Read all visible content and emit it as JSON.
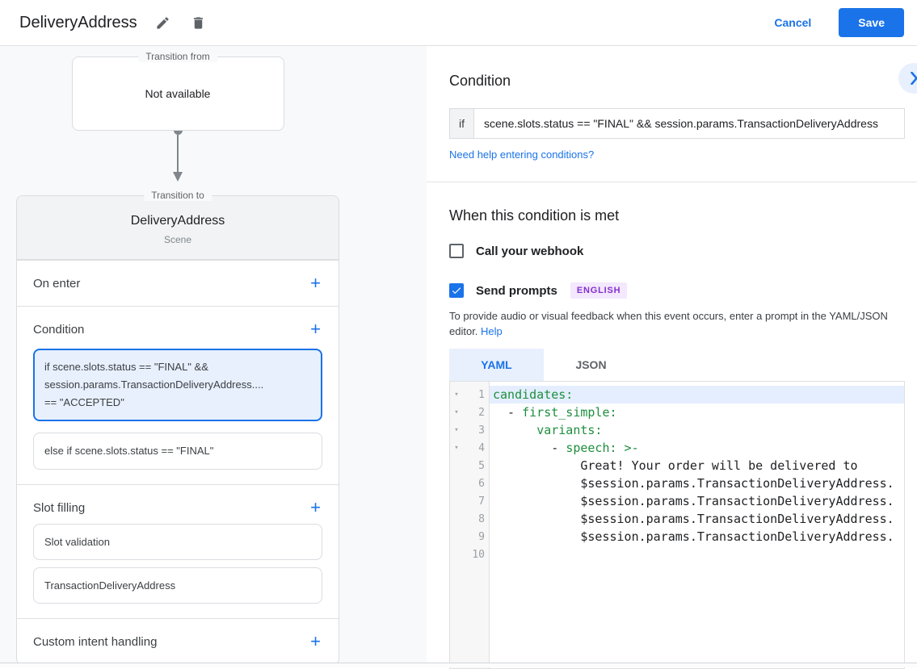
{
  "header": {
    "title": "DeliveryAddress",
    "cancel_label": "Cancel",
    "save_label": "Save"
  },
  "icons": {
    "add_glyph": "+",
    "fold_glyph": "▾"
  },
  "flow": {
    "transition_from": {
      "legend": "Transition from",
      "value": "Not available"
    },
    "transition_to": {
      "legend": "Transition to",
      "title": "DeliveryAddress",
      "subtitle": "Scene"
    },
    "on_enter": {
      "label": "On enter"
    },
    "condition": {
      "label": "Condition",
      "items": [
        {
          "lines": [
            "if scene.slots.status == \"FINAL\" &&",
            "session.params.TransactionDeliveryAddress....",
            "== \"ACCEPTED\""
          ],
          "selected": true
        },
        {
          "lines": [
            "else if scene.slots.status == \"FINAL\""
          ],
          "selected": false
        }
      ]
    },
    "slot_filling": {
      "label": "Slot filling",
      "items": [
        "Slot validation",
        "TransactionDeliveryAddress"
      ]
    },
    "custom_intent": {
      "label": "Custom intent handling"
    }
  },
  "condition_panel": {
    "heading": "Condition",
    "if_label": "if",
    "expression": "scene.slots.status == \"FINAL\" && session.params.TransactionDeliveryAddress",
    "help_link": "Need help entering conditions?"
  },
  "when_panel": {
    "heading": "When this condition is met",
    "webhook": {
      "label": "Call your webhook",
      "checked": false
    },
    "prompts": {
      "label": "Send prompts",
      "checked": true,
      "badge": "ENGLISH"
    },
    "description": "To provide audio or visual feedback when this event occurs, enter a prompt in the YAML/JSON editor.",
    "help_label": "Help",
    "tabs": [
      {
        "label": "YAML",
        "active": true
      },
      {
        "label": "JSON",
        "active": false
      }
    ],
    "editor": {
      "lines": [
        {
          "num": "1",
          "fold": true,
          "highlight": true,
          "segments": [
            {
              "text": "candidates:",
              "type": "key"
            }
          ]
        },
        {
          "num": "2",
          "fold": true,
          "segments": [
            {
              "text": "  - ",
              "type": "plain"
            },
            {
              "text": "first_simple:",
              "type": "key"
            }
          ]
        },
        {
          "num": "3",
          "fold": true,
          "segments": [
            {
              "text": "      ",
              "type": "plain"
            },
            {
              "text": "variants:",
              "type": "key"
            }
          ]
        },
        {
          "num": "4",
          "fold": true,
          "segments": [
            {
              "text": "        - ",
              "type": "plain"
            },
            {
              "text": "speech: >-",
              "type": "key"
            }
          ]
        },
        {
          "num": "5",
          "segments": [
            {
              "text": "            Great! Your order will be delivered to",
              "type": "plain"
            }
          ]
        },
        {
          "num": "6",
          "segments": [
            {
              "text": "            $session.params.TransactionDeliveryAddress.",
              "type": "plain"
            }
          ]
        },
        {
          "num": "7",
          "segments": [
            {
              "text": "            $session.params.TransactionDeliveryAddress.",
              "type": "plain"
            }
          ]
        },
        {
          "num": "8",
          "segments": [
            {
              "text": "            $session.params.TransactionDeliveryAddress.",
              "type": "plain"
            }
          ]
        },
        {
          "num": "9",
          "segments": [
            {
              "text": "            $session.params.TransactionDeliveryAddress.",
              "type": "plain"
            }
          ]
        },
        {
          "num": "10",
          "segments": []
        }
      ]
    }
  },
  "colors": {
    "accent": "#1a73e8",
    "selected_condition_bg": "#e8f0fe",
    "badge_bg": "#f3e8fd",
    "badge_text": "#8430ce",
    "yaml_key_green": "#1e8e3e",
    "editor_line_highlight": "#e4eefe"
  }
}
